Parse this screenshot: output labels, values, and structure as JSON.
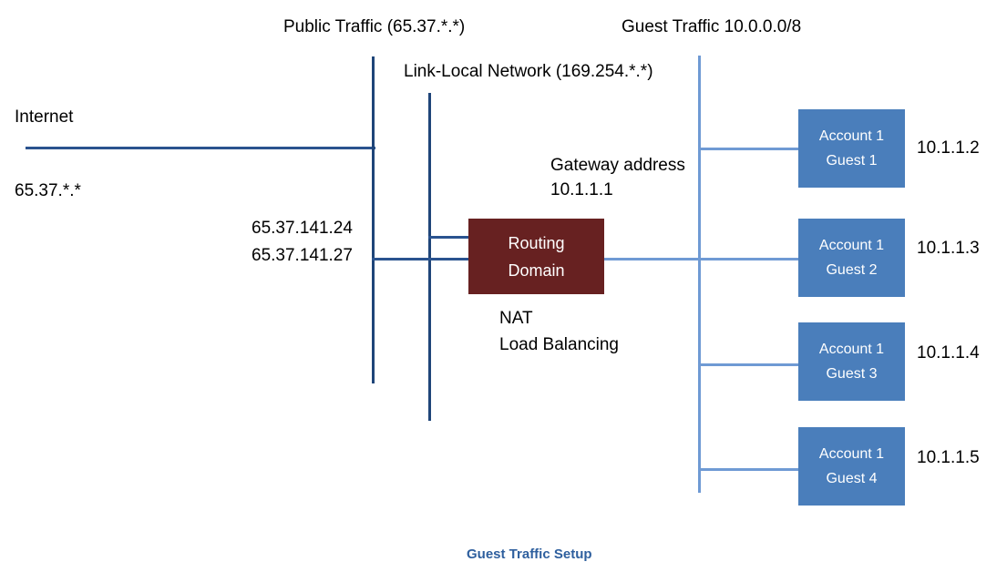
{
  "diagram": {
    "caption": "Guest Traffic Setup",
    "colors": {
      "guest_box": "#4a7ebb",
      "routing_box": "#672121",
      "line_dark": "#1f4579",
      "line_light": "#6f9ad4",
      "caption": "#2e5f9e"
    }
  },
  "headers": {
    "public_traffic": "Public Traffic (65.37.*.*)",
    "link_local": "Link-Local Network (169.254.*.*)",
    "guest_traffic": "Guest Traffic 10.0.0.0/8"
  },
  "internet": {
    "label": "Internet",
    "subnet": "65.37.*.*"
  },
  "public_ips": {
    "ip_1": "65.37.141.24",
    "ip_2": "65.37.141.27"
  },
  "gateway": {
    "label": "Gateway address",
    "address": "10.1.1.1"
  },
  "routing_domain": {
    "line1": "Routing",
    "line2": "Domain",
    "functions": [
      "NAT",
      "Load Balancing"
    ]
  },
  "guests": [
    {
      "account": "Account 1",
      "name": "Guest 1",
      "ip": "10.1.1.2"
    },
    {
      "account": "Account 1",
      "name": "Guest 2",
      "ip": "10.1.1.3"
    },
    {
      "account": "Account 1",
      "name": "Guest 3",
      "ip": "10.1.1.4"
    },
    {
      "account": "Account 1",
      "name": "Guest 4",
      "ip": "10.1.1.5"
    }
  ]
}
